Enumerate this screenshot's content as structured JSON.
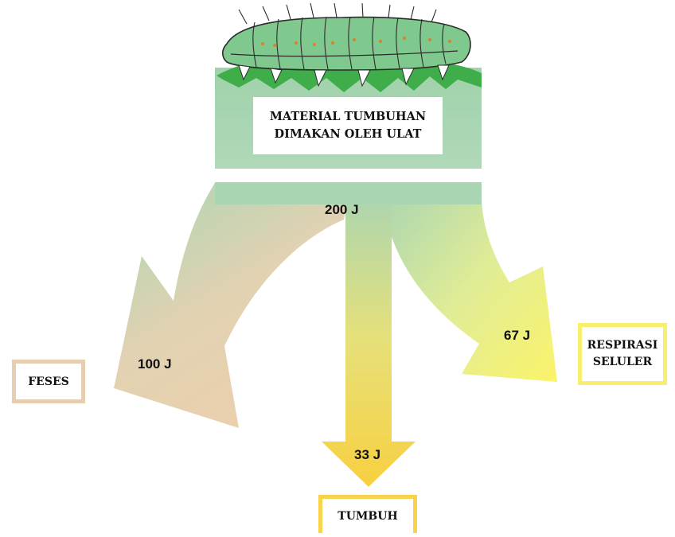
{
  "source": {
    "label_line1": "MATERIAL TUMBUHAN",
    "label_line2": "DIMAKAN OLEH ULAT",
    "energy": "200 J"
  },
  "outputs": {
    "feses": {
      "label": "FESES",
      "energy": "100 J",
      "color": "#e6cfb0"
    },
    "tumbuh": {
      "label": "TUMBUH",
      "energy": "33 J",
      "color": "#f8d44c"
    },
    "respirasi": {
      "label_line1": "RESPIRASI",
      "label_line2": "SELULER",
      "energy": "67 J",
      "color": "#f8ef70"
    }
  },
  "colors": {
    "source_green": "#a9d5b2",
    "caterpillar_body": "#7fc98e",
    "leaf_green": "#3fae4a"
  }
}
